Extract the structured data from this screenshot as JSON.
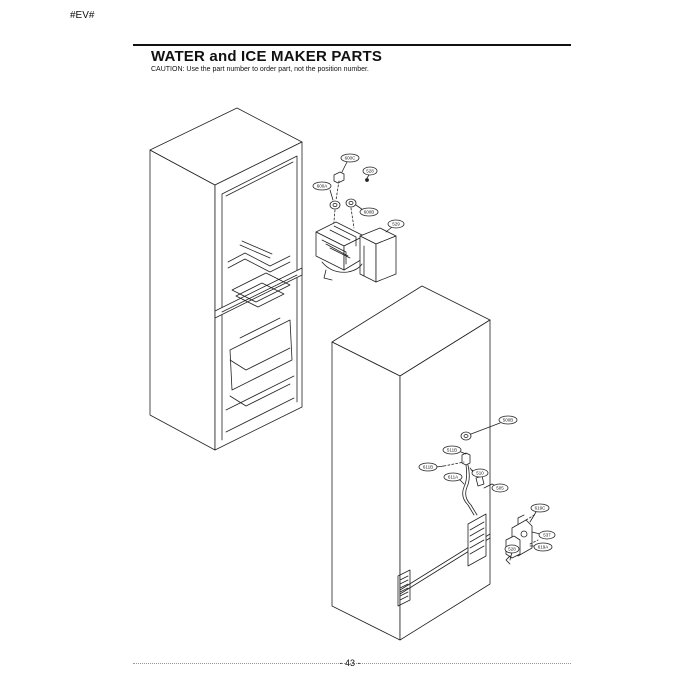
{
  "header": {
    "doc_code": "#EV#",
    "title": "WATER and ICE MAKER PARTS",
    "caution": "CAUTION: Use the part number to order part, not the position number."
  },
  "footer": {
    "page_number": "- 43 -"
  },
  "callouts": [
    "600C",
    "528",
    "600A",
    "600B",
    "529",
    "500B",
    "511B",
    "611B",
    "510",
    "611A",
    "505",
    "619C",
    "537",
    "619A",
    "528"
  ]
}
